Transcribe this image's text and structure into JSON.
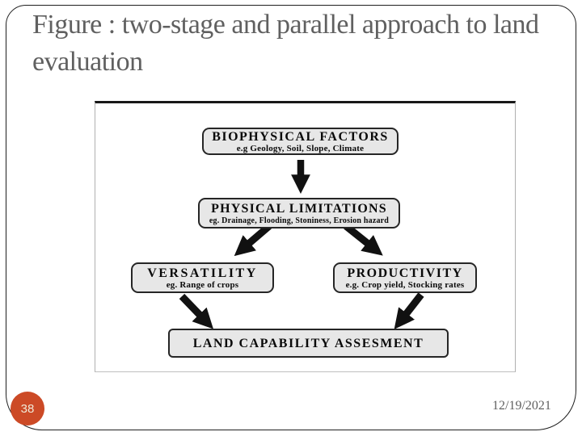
{
  "slide": {
    "title": "Figure : two-stage and parallel approach to land evaluation",
    "page_number": "38",
    "date": "12/19/2021"
  },
  "colors": {
    "page_badge": "#cc4a26",
    "page_badge_text": "#f0ead8",
    "title_text": "#606060",
    "box_fill": "#e7e7e7",
    "box_border": "#262626",
    "arrow": "#111111"
  },
  "diagram": {
    "boxes": [
      {
        "title": "BIOPHYSICAL FACTORS",
        "subtitle": "e.g Geology, Soil, Slope, Climate"
      },
      {
        "title": "PHYSICAL LIMITATIONS",
        "subtitle": "eg. Drainage, Flooding, Stoniness, Erosion hazard"
      },
      {
        "title": "VERSATILITY",
        "subtitle": "eg. Range of crops"
      },
      {
        "title": "PRODUCTIVITY",
        "subtitle": "e.g. Crop yield, Stocking rates"
      },
      {
        "title": "LAND CAPABILITY ASSESMENT",
        "subtitle": ""
      }
    ],
    "arrows": [
      "biophysical-to-physical",
      "physical-to-versatility",
      "physical-to-productivity",
      "versatility-to-assessment",
      "productivity-to-assessment"
    ]
  }
}
